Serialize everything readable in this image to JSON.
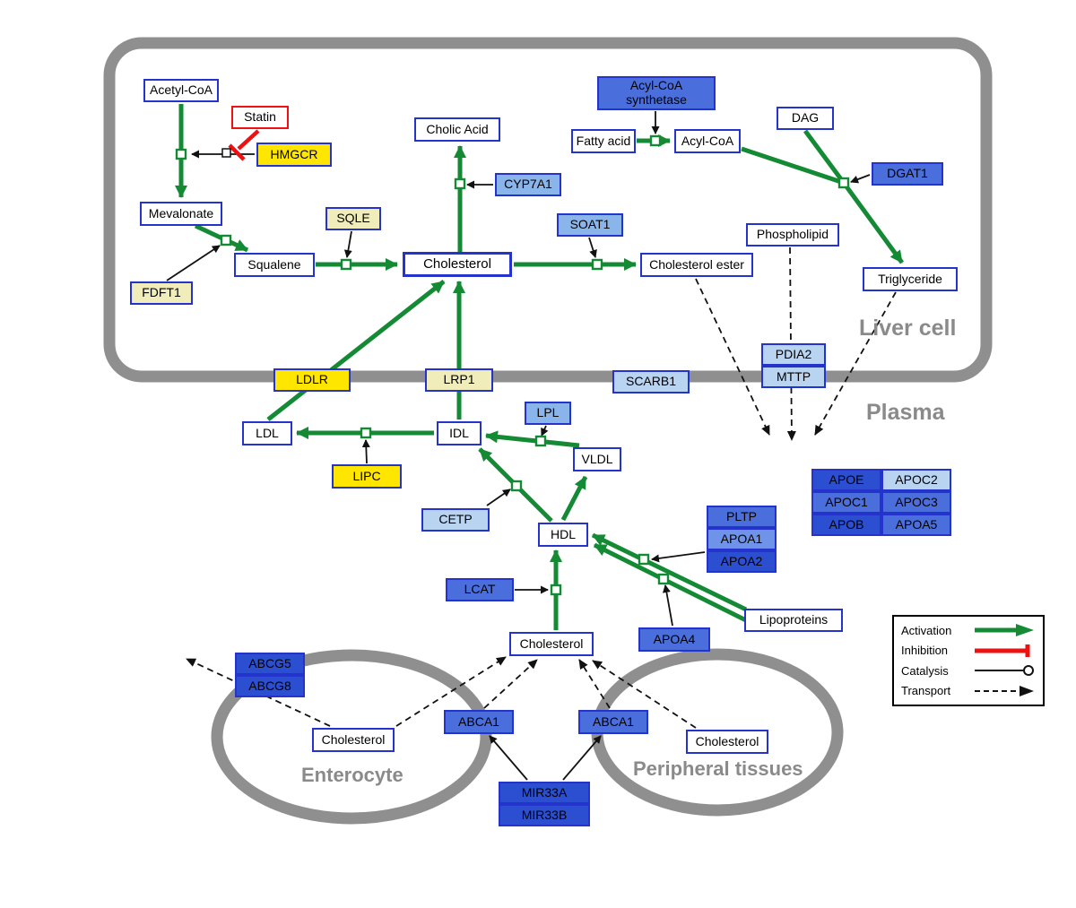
{
  "compartments": {
    "liver": "Liver cell",
    "plasma": "Plasma",
    "enterocyte": "Enterocyte",
    "peripheral": "Peripheral tissues"
  },
  "nodes": {
    "acetyl_coa": "Acetyl-CoA",
    "statin": "Statin",
    "hmgcr": "HMGCR",
    "mevalonate": "Mevalonate",
    "fdft1": "FDFT1",
    "squalene": "Squalene",
    "sqle": "SQLE",
    "cholesterol_liver": "Cholesterol",
    "cholic_acid": "Cholic Acid",
    "cyp7a1": "CYP7A1",
    "soat1": "SOAT1",
    "cholesterol_ester": "Cholesterol ester",
    "acyl_coa_synthetase": "Acyl-CoA synthetase",
    "fatty_acid": "Fatty acid",
    "acyl_coa": "Acyl-CoA",
    "dag": "DAG",
    "dgat1": "DGAT1",
    "phospholipid": "Phospholipid",
    "triglyceride": "Triglyceride",
    "ldlr": "LDLR",
    "lrp1": "LRP1",
    "scarb1": "SCARB1",
    "pdia2": "PDIA2",
    "mttp": "MTTP",
    "ldl": "LDL",
    "idl": "IDL",
    "lpl": "LPL",
    "vldl": "VLDL",
    "lipc": "LIPC",
    "cetp": "CETP",
    "hdl": "HDL",
    "pltp": "PLTP",
    "apoa1": "APOA1",
    "apoa2": "APOA2",
    "lcat": "LCAT",
    "apoa4": "APOA4",
    "lipoproteins": "Lipoproteins",
    "apoe": "APOE",
    "apoc2": "APOC2",
    "apoc1": "APOC1",
    "apoc3": "APOC3",
    "apob": "APOB",
    "apoa5": "APOA5",
    "cholesterol_plasma": "Cholesterol",
    "abcg5": "ABCG5",
    "abcg8": "ABCG8",
    "cholesterol_enterocyte": "Cholesterol",
    "abca1_enterocyte": "ABCA1",
    "abca1_peripheral": "ABCA1",
    "cholesterol_peripheral": "Cholesterol",
    "mir33a": "MIR33A",
    "mir33b": "MIR33B"
  },
  "legend": {
    "activation": "Activation",
    "inhibition": "Inhibition",
    "catalysis": "Catalysis",
    "transport": "Transport"
  },
  "colors": {
    "activation_green": "#148a35",
    "inhibition_red": "#ee1111",
    "node_border_blue": "#2433cc",
    "compartment_gray": "#8f8f8f",
    "yellow": "#ffe600",
    "pale_yellow": "#f0edbb",
    "light_blue": "#8ab5ea",
    "lighter_blue": "#b9d4f1",
    "medium_blue": "#4a6edc",
    "dark_blue": "#2b4fd0"
  }
}
